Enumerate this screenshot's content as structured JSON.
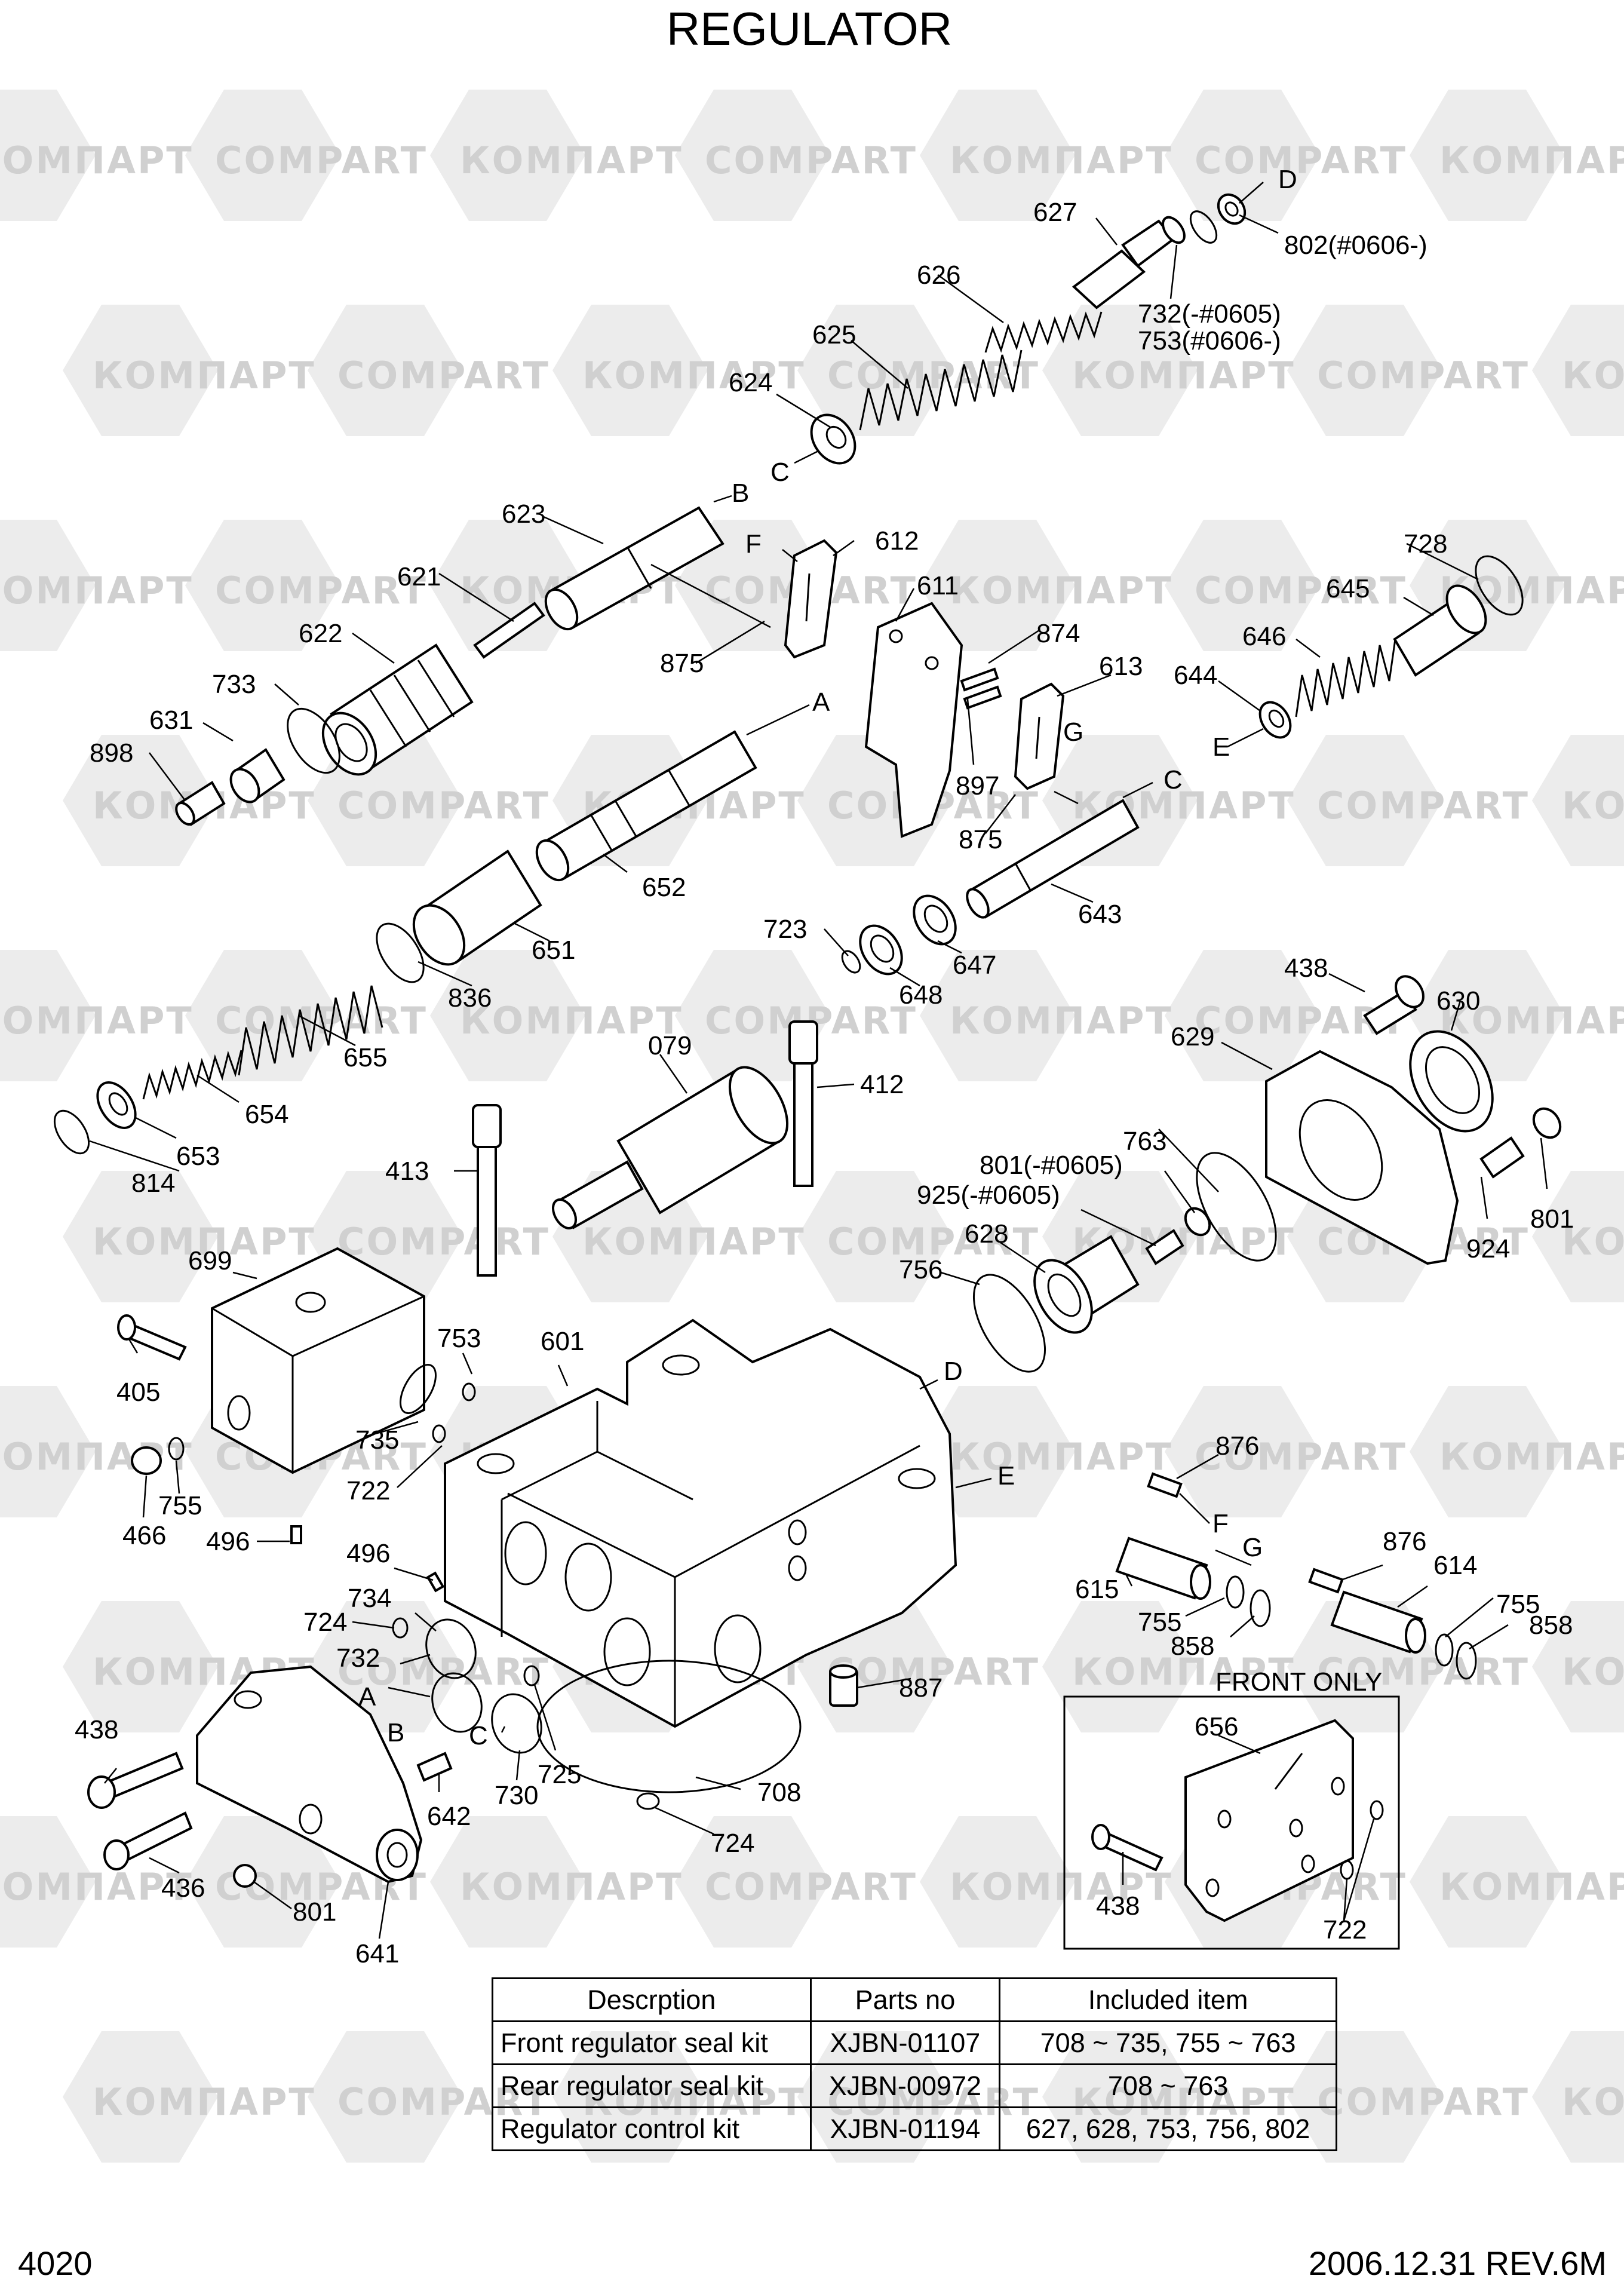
{
  "title": "REGULATOR",
  "page_number": "4020",
  "revision": "2006.12.31  REV.6M",
  "watermarks": {
    "latin": "COMPART",
    "cyrillic": "КОМПАРТ"
  },
  "front_only_label": "FRONT ONLY",
  "labels": {
    "l627": "627",
    "lD1": "D",
    "l802": "802(#0606-)",
    "l626": "626",
    "l732a": "732(-#0605)",
    "l753a": "753(#0606-)",
    "l625": "625",
    "l624": "624",
    "lC1": "C",
    "l623": "623",
    "lB1": "B",
    "lF1": "F",
    "l612": "612",
    "l621": "621",
    "l611": "611",
    "l728": "728",
    "l645": "645",
    "l622": "622",
    "l875a": "875",
    "l874": "874",
    "l646": "646",
    "l733": "733",
    "l613": "613",
    "l644": "644",
    "lA1": "A",
    "l631": "631",
    "lG1": "G",
    "lE1": "E",
    "l898": "898",
    "l897": "897",
    "lC2": "C",
    "l875b": "875",
    "l652": "652",
    "l643": "643",
    "l723": "723",
    "l651": "651",
    "l647": "647",
    "l648": "648",
    "l836": "836",
    "l438a": "438",
    "l630": "630",
    "l079": "079",
    "l629": "629",
    "l655": "655",
    "l412": "412",
    "l654": "654",
    "l763": "763",
    "l653": "653",
    "l413": "413",
    "l801a": "801(-#0605)",
    "l814": "814",
    "l925": "925(-#0605)",
    "l801b": "801",
    "l628": "628",
    "l699": "699",
    "l924": "924",
    "l756": "756",
    "l753b": "753",
    "l601": "601",
    "lD2": "D",
    "l405": "405",
    "l735": "735",
    "l876a": "876",
    "l722a": "722",
    "lE2": "E",
    "l755a": "755",
    "lF2": "F",
    "l466": "466",
    "l496a": "496",
    "lG2": "G",
    "l876b": "876",
    "l496b": "496",
    "l614": "614",
    "l615": "615",
    "l734": "734",
    "l755b": "755",
    "l755c": "755",
    "l724a": "724",
    "l858a": "858",
    "l858b": "858",
    "l732b": "732",
    "lA2": "A",
    "l887": "887",
    "l438b": "438",
    "lB2": "B",
    "lC3": "C",
    "l725": "725",
    "l656": "656",
    "l730": "730",
    "l708": "708",
    "l642": "642",
    "l724b": "724",
    "l436": "436",
    "l438c": "438",
    "l801c": "801",
    "l722b": "722",
    "l641": "641"
  },
  "kit_table": {
    "headers": [
      "Descrption",
      "Parts no",
      "Included item"
    ],
    "rows": [
      [
        "Front regulator seal kit",
        "XJBN-01107",
        "708 ~ 735, 755 ~ 763"
      ],
      [
        "Rear regulator seal kit",
        "XJBN-00972",
        "708 ~ 763"
      ],
      [
        "Regulator control  kit",
        "XJBN-01194",
        "627, 628, 753, 756, 802"
      ]
    ]
  }
}
